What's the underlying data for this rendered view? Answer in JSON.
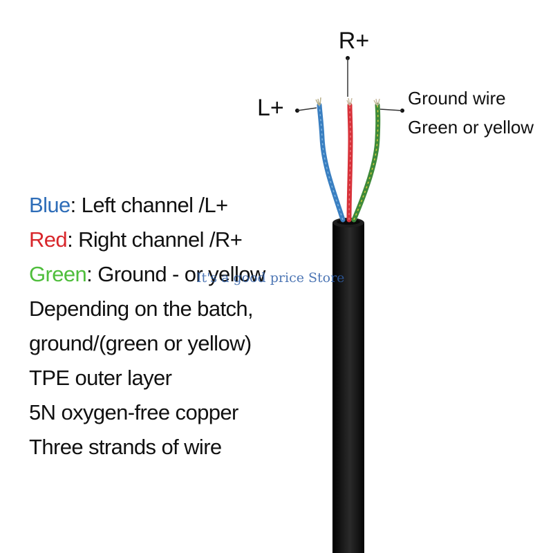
{
  "callouts": {
    "right_plus": "R+",
    "left_plus": "L+",
    "ground_line1": "Ground wire",
    "ground_line2": "Green or yellow"
  },
  "legend": {
    "blue": {
      "name": "Blue",
      "desc": ": Left channel /L+",
      "color": "#2e6db8"
    },
    "red": {
      "name": "Red",
      "desc": ": Right channel /R+",
      "color": "#d8262b"
    },
    "green": {
      "name": "Green",
      "desc": ": Ground - or yellow",
      "color": "#4fbe3c"
    },
    "lines": [
      "Depending on the batch,",
      "ground/(green or yellow)",
      "TPE outer layer",
      "5N oxygen-free copper",
      "Three strands of wire"
    ]
  },
  "watermark": "It's a good price Store",
  "colors": {
    "cable_jacket": "#0c0c0c",
    "wire_blue": "#3a7fc1",
    "wire_red": "#d8323a",
    "wire_green": "#3f8a3a",
    "text": "#111111"
  }
}
